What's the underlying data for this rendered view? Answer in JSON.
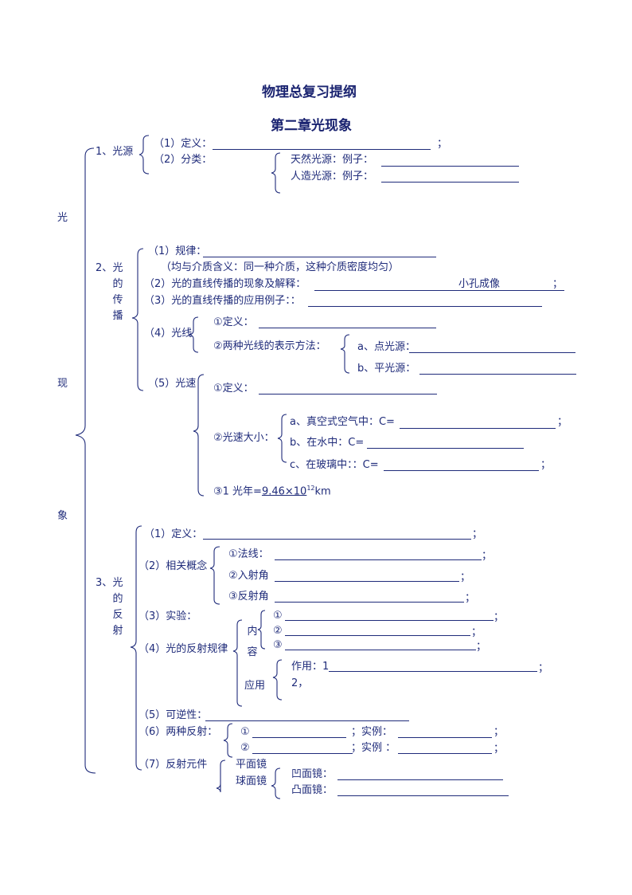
{
  "title": "物理总复习提纲",
  "chapter": "第二章光现象",
  "side": [
    "光",
    "现",
    "象"
  ],
  "s1": {
    "label": "1、光源",
    "def": "（1）定义：",
    "def_end": "；",
    "cls": "（2）分类：",
    "natural": "天然光源：例子：",
    "artificial": "人造光源：例子："
  },
  "s2": {
    "label": "2、光的传播",
    "rule": "（1）规律：",
    "uniform": "（均与介质含义：同一种介质，这种介质密度均匀）",
    "phen": "（2）光的直线传播的现象及解释：",
    "phen_example": "小孔成像",
    "phen_end": "；",
    "app": "（3）光的直线传播的应用例子：：",
    "ray": "（4）光线",
    "ray_def": "①定义：",
    "ray_methods": "②两种光线的表示方法：",
    "point": "a、点光源：",
    "parallel": "b、平光源：",
    "speed": "（5）光速",
    "speed_def": "①定义：",
    "speed_size": "②光速大小：",
    "vac": "a、真空式空气中：C=",
    "vac_end": "；",
    "water": "b、在水中：C=",
    "glass": "c、在玻璃中：：C=",
    "glass_end": "；",
    "lightyear": "③1 光年=",
    "lightyear_val": "9.46×10",
    "lightyear_exp": "12",
    "lightyear_unit": "km"
  },
  "s3": {
    "label": "3、光的反射",
    "def": "（1）定义：",
    "def_end": "；",
    "concepts": "（2）相关概念",
    "normal": "①法线：",
    "incidence": "②入射角",
    "reflection": "③反射角",
    "semi": "；",
    "exp": "（3）实验：",
    "law": "（4）光的反射规律",
    "content": "内容",
    "c1": "①",
    "c2": "②",
    "c3": "③",
    "app": "应用",
    "use1": "作用：1",
    "use2": "2，",
    "rev": "（5）可逆性：",
    "two": "（6）两种反射：",
    "r1": "①",
    "r2": "②",
    "ex1": "；实例：",
    "ex2": "；实例 ：",
    "elem": "（7）反射元件",
    "plane": "平面镜",
    "sphere": "球面镜",
    "concave": "凹面镜：",
    "convex": "凸面镜："
  }
}
